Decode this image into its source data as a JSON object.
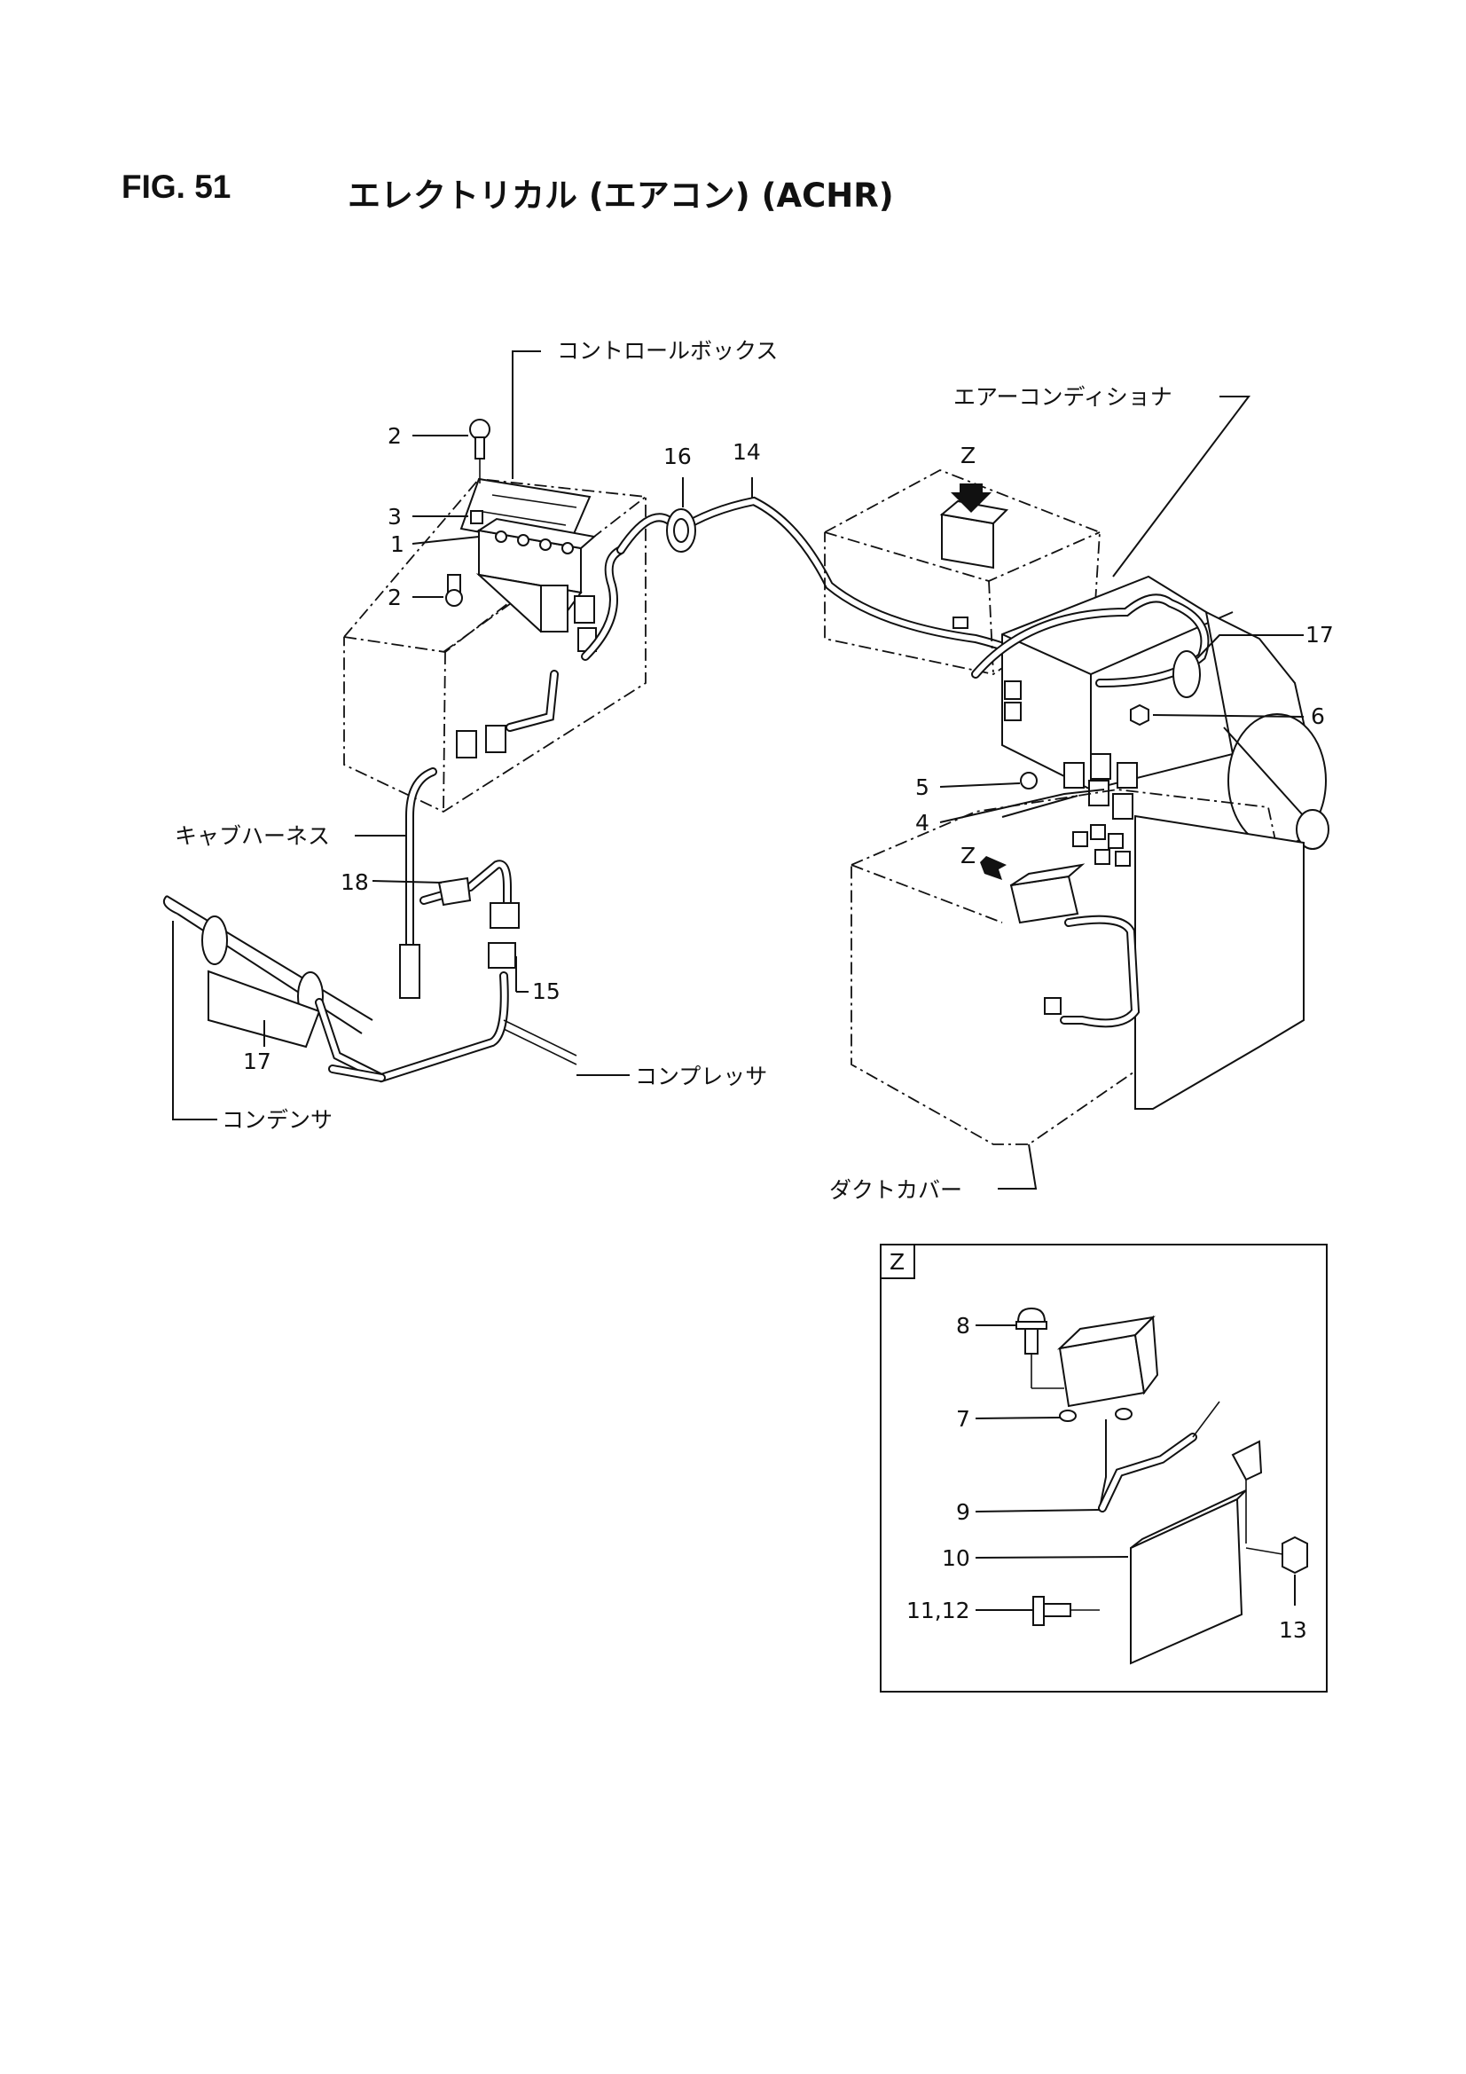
{
  "header": {
    "figure_number": "FIG. 51",
    "figure_title": "エレクトリカル (エアコン) (ACHR)"
  },
  "callouts": {
    "control_box": "コントロールボックス",
    "air_conditioner": "エアーコンディショナ",
    "cab_harness": "キャブハーネス",
    "compressor": "コンプレッサ",
    "condenser": "コンデンサ",
    "duct_cover": "ダクトカバー"
  },
  "part_numbers": {
    "p1": "1",
    "p2a": "2",
    "p2b": "2",
    "p3": "3",
    "p4": "4",
    "p5": "5",
    "p6": "6",
    "p7": "7",
    "p8": "8",
    "p9": "9",
    "p10": "10",
    "p11_12": "11,12",
    "p13": "13",
    "p14": "14",
    "p15": "15",
    "p16": "16",
    "p17a": "17",
    "p17b": "17",
    "p18": "18"
  },
  "view_markers": {
    "z_top": "Z",
    "z_mid": "Z",
    "detail_label": "Z"
  }
}
